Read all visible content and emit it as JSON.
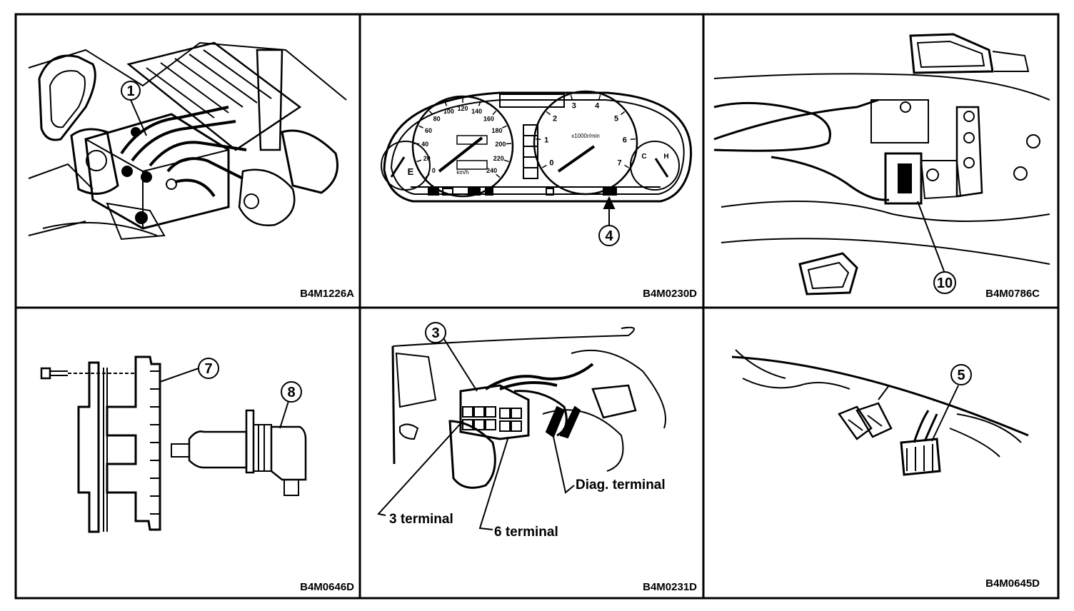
{
  "panels": [
    {
      "id": "p1",
      "code": "B4M1226A",
      "callouts": [
        {
          "num": "1"
        }
      ]
    },
    {
      "id": "p2",
      "code": "B4M0230D",
      "callouts": [
        {
          "num": "4"
        }
      ],
      "dial_numbers": {
        "speed": [
          "0",
          "20",
          "40",
          "60",
          "80",
          "100",
          "120",
          "140",
          "160",
          "180",
          "200",
          "220",
          "240"
        ],
        "tach": [
          "0",
          "1",
          "2",
          "3",
          "4",
          "5",
          "6",
          "7"
        ],
        "speed_unit": "km/h",
        "tach_unit": "x1000r/min",
        "left_gauge_letter": "E",
        "right_gauge_letters": [
          "C",
          "H"
        ]
      }
    },
    {
      "id": "p3",
      "code": "B4M0786C",
      "callouts": [
        {
          "num": "10"
        }
      ]
    },
    {
      "id": "p4",
      "code": "B4M0646D",
      "callouts": [
        {
          "num": "7"
        },
        {
          "num": "8"
        }
      ]
    },
    {
      "id": "p5",
      "code": "B4M0231D",
      "callouts": [
        {
          "num": "3"
        }
      ],
      "labels": {
        "diag": "Diag. terminal",
        "t3": "3 terminal",
        "t6": "6 terminal"
      }
    },
    {
      "id": "p6",
      "code": "B4M0645D",
      "callouts": [
        {
          "num": "5"
        }
      ]
    }
  ]
}
